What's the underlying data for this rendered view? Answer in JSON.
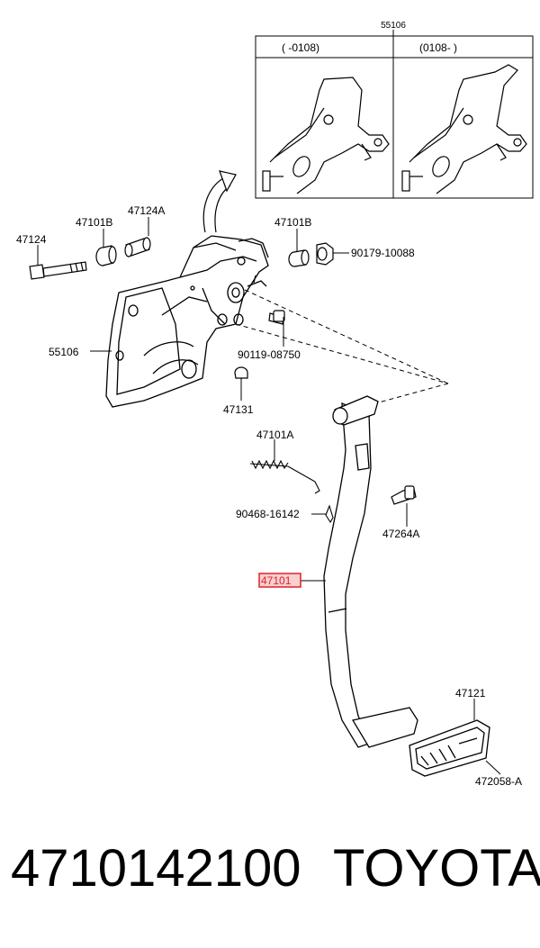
{
  "inset": {
    "part_label": "55106",
    "col_left": "(        -0108)",
    "col_right": "(0108-          )"
  },
  "labels": {
    "l47124": "47124",
    "l47101b_left": "47101B",
    "l47124a": "47124A",
    "l47101b_right": "47101B",
    "l90179": "90179-10088",
    "l55106": "55106",
    "l90119": "90119-08750",
    "l47131": "47131",
    "l47101a": "47101A",
    "l90468": "90468-16142",
    "l47264a": "47264A",
    "l47101": "47101",
    "l47121": "47121",
    "l472058": "472058-A"
  },
  "highlight_color": "#e0202a",
  "footer": {
    "part_number": "4710142100",
    "brand": "TOYOTA"
  }
}
